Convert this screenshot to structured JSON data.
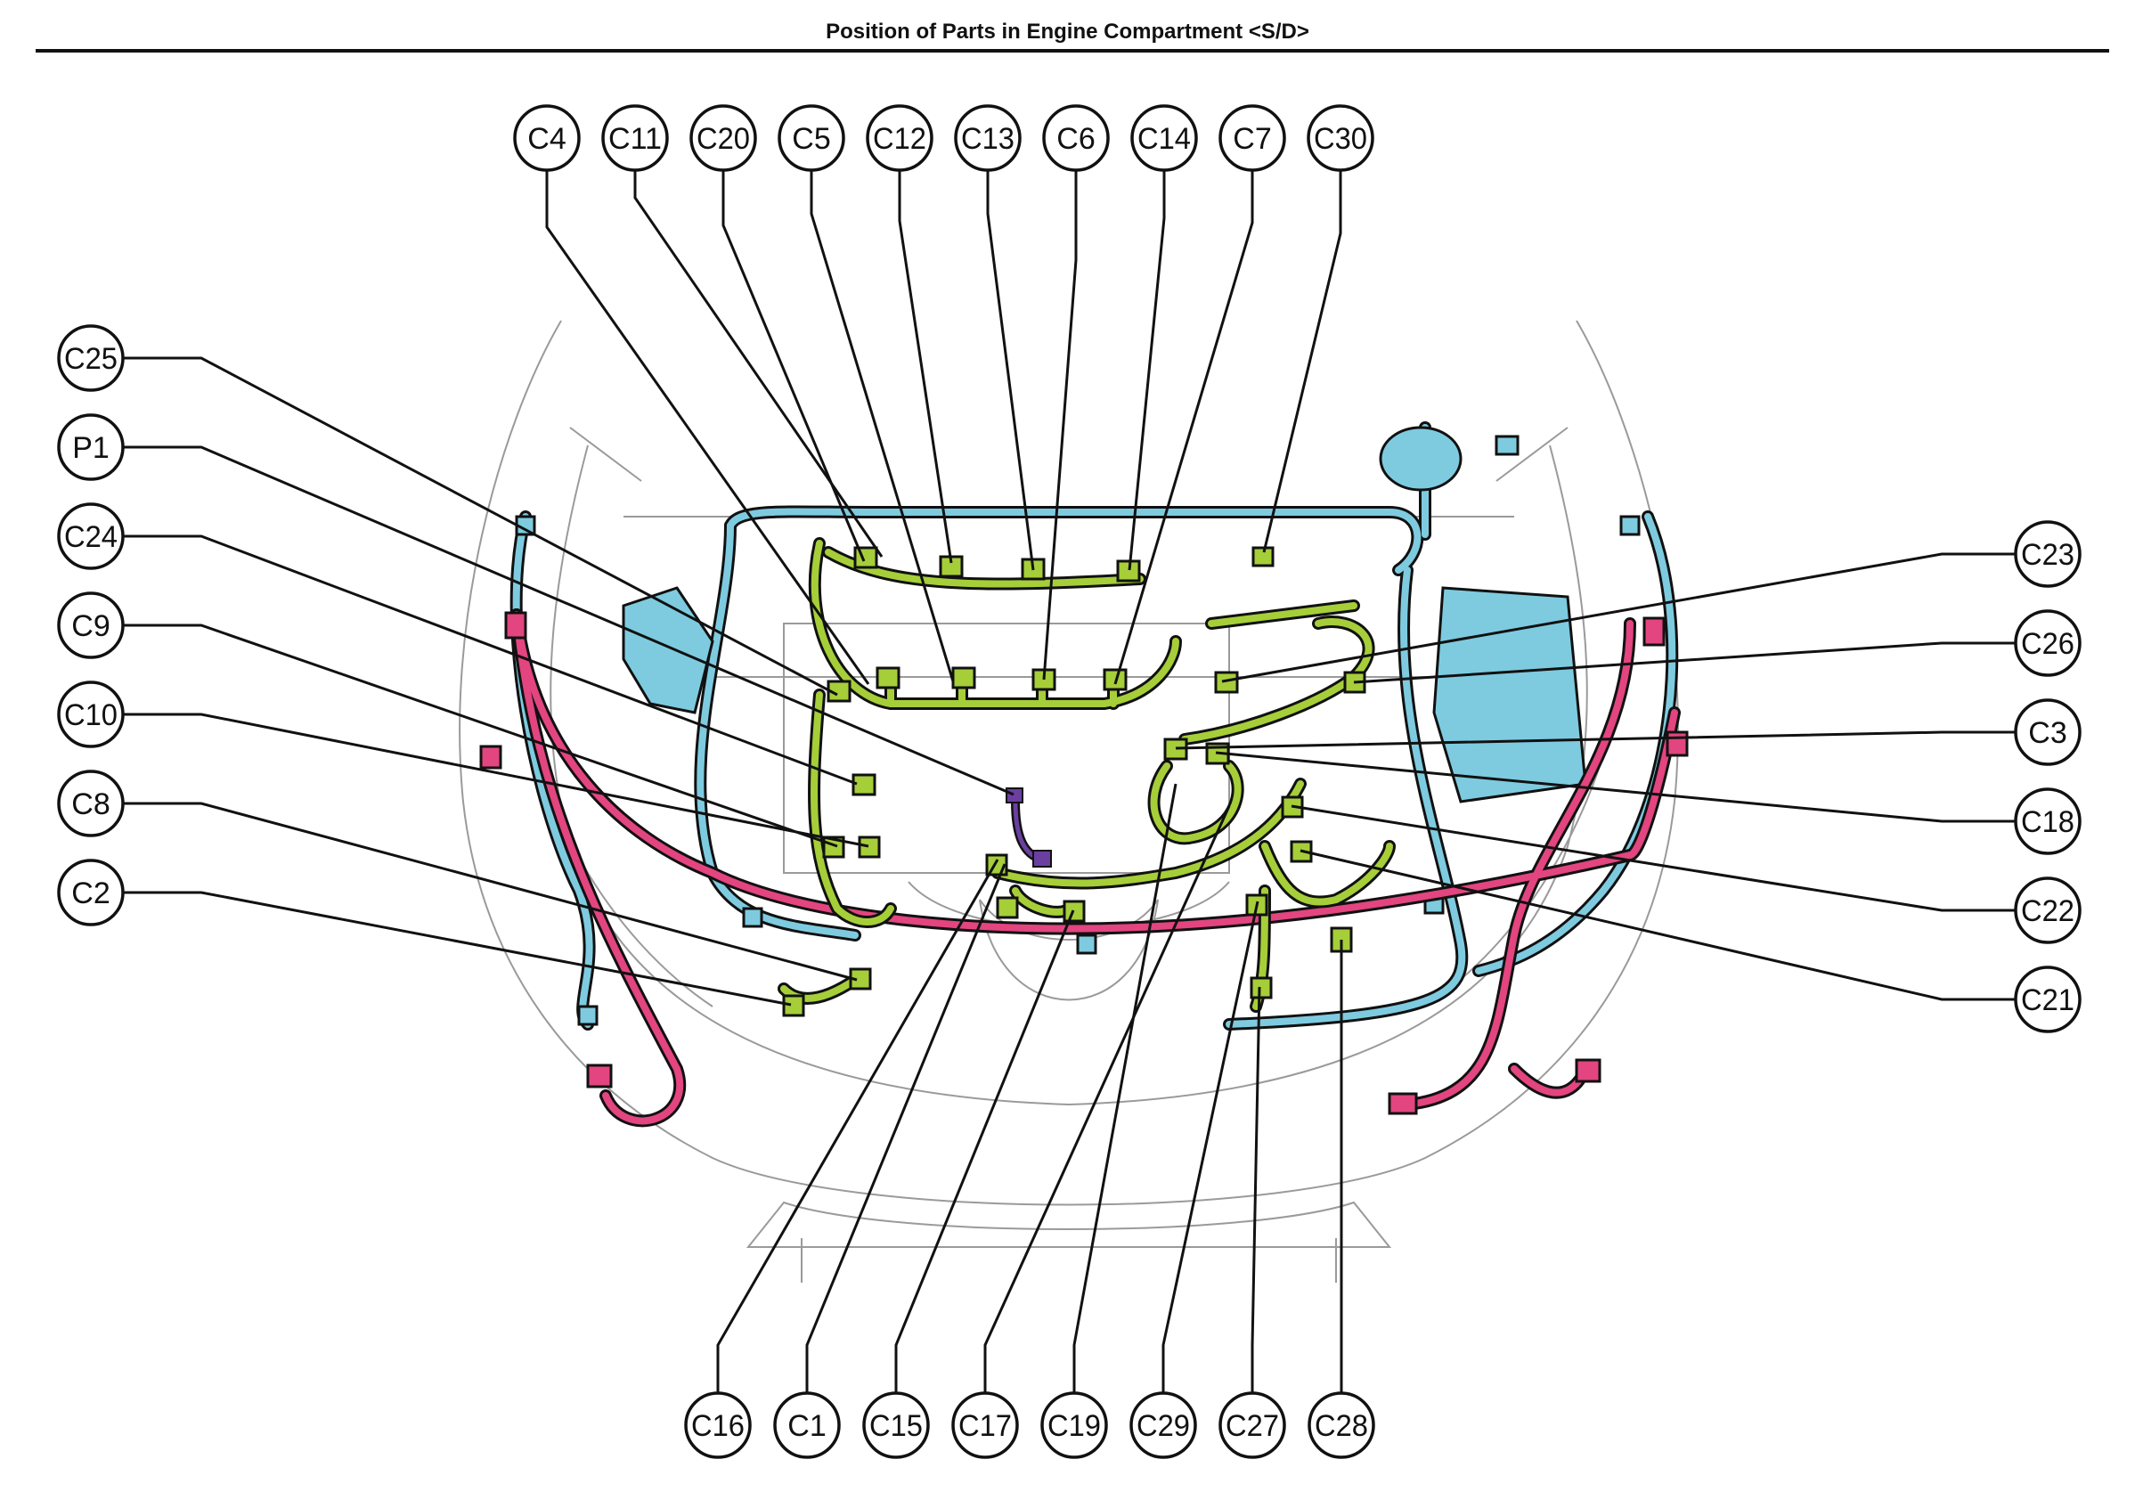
{
  "title": "Position of Parts in Engine Compartment <S/D>",
  "colors": {
    "green_harness": "#a6ce39",
    "blue_harness": "#7ecbe0",
    "pink_harness": "#e2457f",
    "purple_harness": "#6b3fa0",
    "outline": "#111111"
  },
  "callouts_top": [
    "C4",
    "C11",
    "C20",
    "C5",
    "C12",
    "C13",
    "C6",
    "C14",
    "C7",
    "C30"
  ],
  "callouts_left": [
    "C25",
    "P1",
    "C24",
    "C9",
    "C10",
    "C8",
    "C2"
  ],
  "callouts_right": [
    "C23",
    "C26",
    "C3",
    "C18",
    "C22",
    "C21"
  ],
  "callouts_bottom": [
    "C16",
    "C1",
    "C15",
    "C17",
    "C19",
    "C29",
    "C27",
    "C28"
  ]
}
